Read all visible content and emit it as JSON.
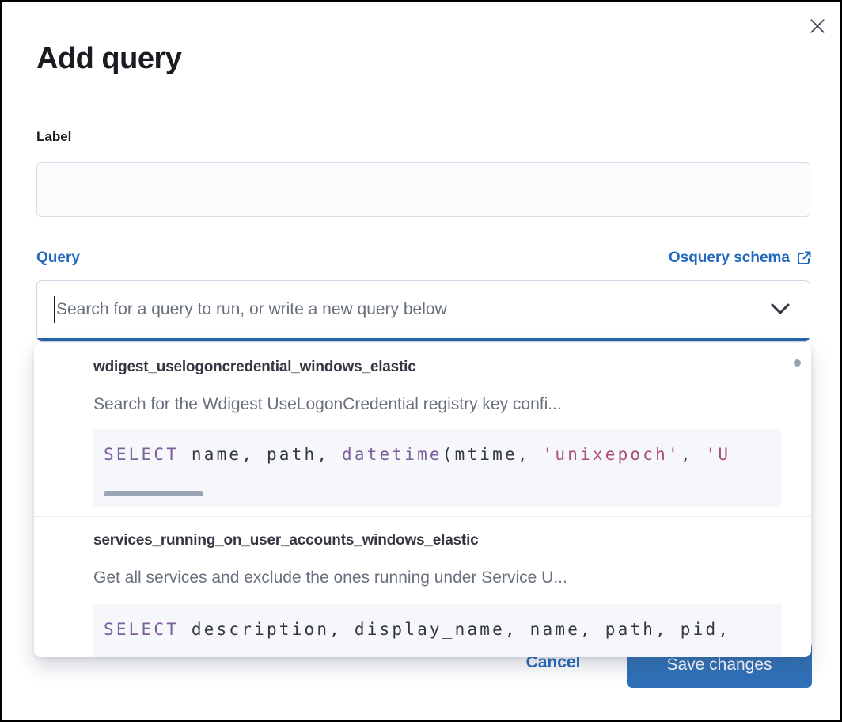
{
  "modal": {
    "title": "Add query",
    "label_field": {
      "label": "Label",
      "value": ""
    },
    "query_field": {
      "label": "Query",
      "schema_link_label": "Osquery schema",
      "placeholder": "Search for a query to run, or write a new query below"
    },
    "dropdown": {
      "items": [
        {
          "title": "wdigest_uselogoncredential_windows_elastic",
          "description": "Search for the Wdigest UseLogonCredential registry key confi...",
          "code": {
            "kw1": "SELECT",
            "plain1": " name, path, ",
            "kw2": "datetime",
            "plain2": "(mtime, ",
            "str1": "'unixepoch'",
            "plain3": ", ",
            "str2": "'U"
          }
        },
        {
          "title": "services_running_on_user_accounts_windows_elastic",
          "description": "Get all services and exclude the ones running under Service U...",
          "code": {
            "kw1": "SELECT",
            "plain1": " description, display_name, name, path, pid,"
          }
        }
      ]
    },
    "footer": {
      "cancel_label": "Cancel",
      "save_label": "Save changes"
    },
    "colors": {
      "accent_blue": "#2268bc",
      "button_blue": "#2f70b8",
      "focus_bar_blue": "#2563ac",
      "code_keyword_purple": "#7c609e",
      "code_string_pink": "#ad4e79",
      "text_dark": "#343741",
      "text_muted": "#69707d"
    }
  }
}
